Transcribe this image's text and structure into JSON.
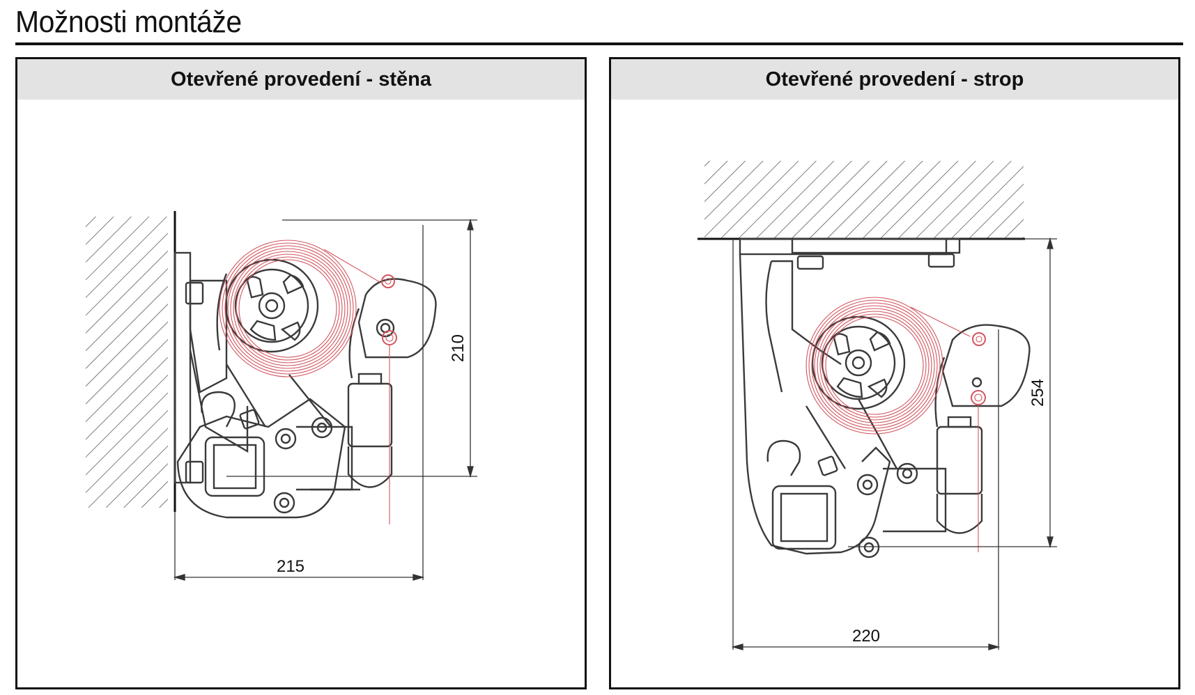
{
  "page": {
    "title": "Možnosti montáže"
  },
  "panels": [
    {
      "heading": "Otevřené provedení - stěna",
      "dims": {
        "width": "215",
        "height": "210"
      }
    },
    {
      "heading": "Otevřené provedení - strop",
      "dims": {
        "width": "220",
        "height": "254"
      }
    }
  ],
  "colors": {
    "outline": "#3a3a3a",
    "spring": "#d2555f",
    "header_bg": "#e3e3e3",
    "frame": "#111111"
  }
}
